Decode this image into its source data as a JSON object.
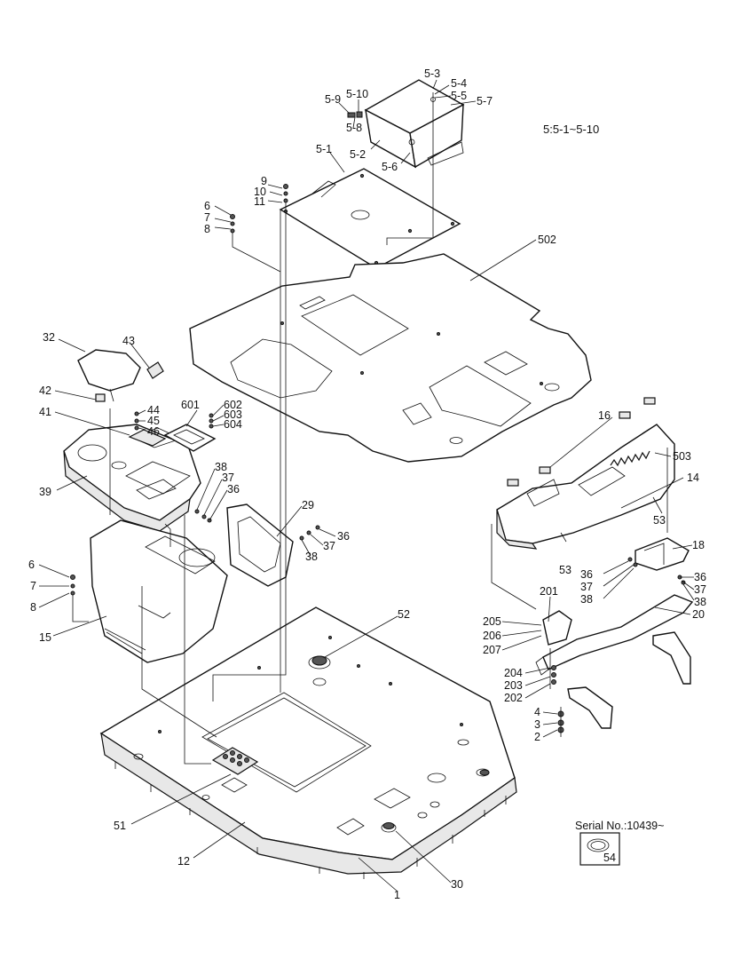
{
  "note": "5:5-1~5-10",
  "serial": "Serial No.:10439~",
  "labels": [
    "5-3",
    "5-4",
    "5-5",
    "5-7",
    "5-9",
    "5-10",
    "5-8",
    "5-2",
    "5-6",
    "5-1",
    "9",
    "10",
    "11",
    "6",
    "7",
    "8",
    "502",
    "32",
    "43",
    "42",
    "44",
    "45",
    "46",
    "601",
    "602",
    "603",
    "604",
    "41",
    "39",
    "38",
    "37",
    "36",
    "29",
    "36",
    "37",
    "38",
    "6",
    "7",
    "8",
    "15",
    "52",
    "16",
    "503",
    "14",
    "53",
    "53",
    "18",
    "36",
    "37",
    "38",
    "36",
    "37",
    "38",
    "201",
    "20",
    "205",
    "206",
    "207",
    "204",
    "203",
    "202",
    "4",
    "3",
    "2",
    "51",
    "12",
    "30",
    "1",
    "54"
  ]
}
